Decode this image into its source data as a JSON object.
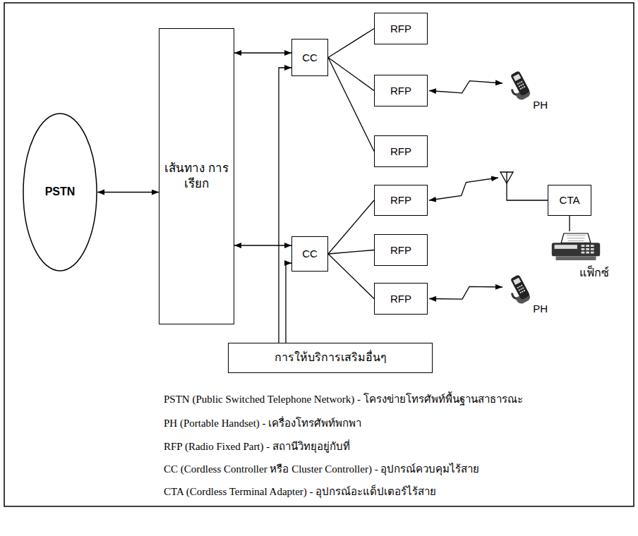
{
  "diagram": {
    "nodes": [
      {
        "text": [
          "PSTN"
        ]
      },
      {
        "text": [
          "เส้นทาง การเรียก"
        ]
      },
      {
        "text": [
          "CC"
        ]
      },
      {
        "text": [
          "RFP"
        ]
      },
      {
        "text": [
          "RFP"
        ]
      },
      {
        "text": [
          "PH"
        ]
      },
      {
        "text": [
          "RFP"
        ]
      },
      {
        "text": [
          "RFP"
        ]
      },
      {
        "text": [
          "CTA"
        ]
      },
      {
        "text": [
          "CC"
        ]
      },
      {
        "text": [
          "RFP"
        ]
      },
      {
        "text": [
          "แฟ็กซ์"
        ]
      },
      {
        "text": [
          "RFP"
        ]
      },
      {
        "text": [
          "PH"
        ]
      },
      {
        "text": [
          "การให้บริการเสริมอื่นๆ"
        ]
      }
    ],
    "edges": [
      {
        "from": 0,
        "to": 1,
        "arrow": "both"
      },
      {
        "from": 1,
        "to": 2,
        "arrow": "both"
      },
      {
        "from": 1,
        "to": 9,
        "arrow": "both"
      },
      {
        "from": 2,
        "to": 3,
        "arrow": "none"
      },
      {
        "from": 2,
        "to": 4,
        "arrow": "none"
      },
      {
        "from": 2,
        "to": 6,
        "arrow": "none"
      },
      {
        "from": 9,
        "to": 7,
        "arrow": "none"
      },
      {
        "from": 9,
        "to": 10,
        "arrow": "none"
      },
      {
        "from": 9,
        "to": 12,
        "arrow": "none"
      },
      {
        "from": 4,
        "to": 5,
        "arrow": "both"
      },
      {
        "from": 7,
        "to": 8,
        "arrow": "both"
      },
      {
        "from": 12,
        "to": 13,
        "arrow": "both"
      },
      {
        "from": 8,
        "to": 11,
        "arrow": "none"
      },
      {
        "from": 14,
        "to": 2,
        "arrow": "to"
      },
      {
        "from": 14,
        "to": 9,
        "arrow": "to"
      }
    ],
    "labels": [
      "PSTN (Public Switched Telephone Network) - โครงข่ายโทรศัพท์พื้นฐานสาธารณะ",
      "PH (Portable Handset) - เครื่องโทรศัพท์พกพา",
      "RFP (Radio Fixed Part) - สถานีวิทยุอยู่กับที่",
      "CC (Cordless Controller หรือ Cluster Controller) - อุปกรณ์ควบคุมไร้สาย",
      "CTA (Cordless Terminal Adapter) - อุปกรณ์อะแด็ปเตอร์ไร้สาย"
    ]
  }
}
